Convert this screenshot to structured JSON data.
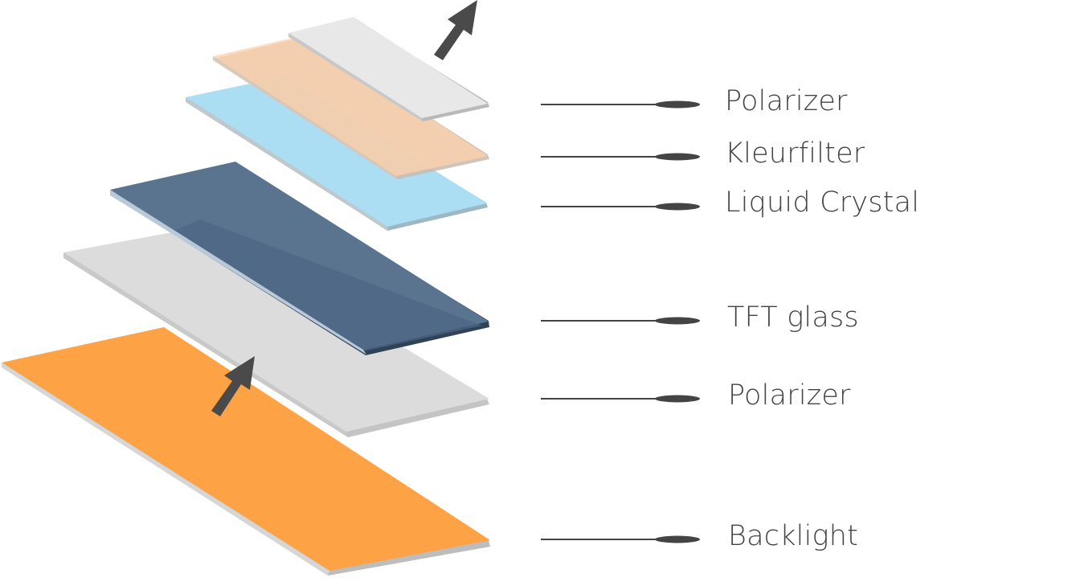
{
  "diagram": {
    "layers": [
      {
        "id": "polarizer-top",
        "label": "Polarizer",
        "color": "#E8E8E8"
      },
      {
        "id": "kleurfilter",
        "label": "Kleurfilter",
        "color": "#FDDFC4"
      },
      {
        "id": "liquid-crystal",
        "label": "Liquid Crystal",
        "color": "#ABDEF2"
      },
      {
        "id": "tft-glass",
        "label": "TFT glass",
        "color": "#5A7490"
      },
      {
        "id": "polarizer-bottom",
        "label": "Polarizer",
        "color": "#DCDCDC"
      },
      {
        "id": "backlight",
        "label": "Backlight",
        "color": "#FDA245"
      }
    ],
    "leader_color": "#444444",
    "arrow_color": "#4A4A4A"
  }
}
